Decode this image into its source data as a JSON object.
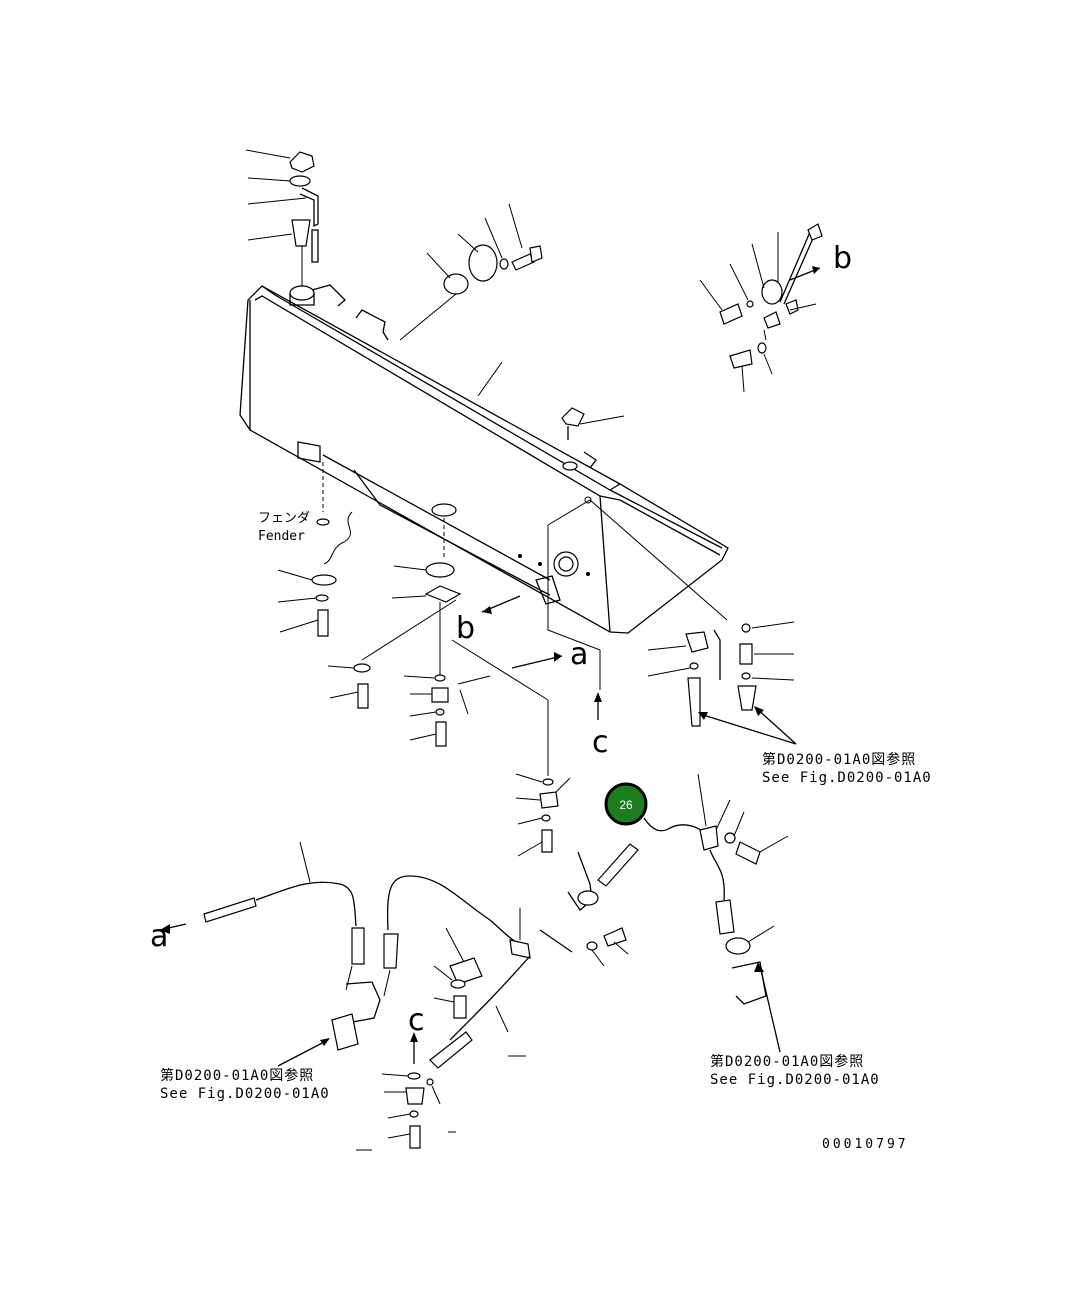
{
  "fender_label_jp": "フェンダ",
  "fender_label_en": "Fender",
  "arrow_letters": {
    "a": "a",
    "b": "b",
    "c": "c"
  },
  "reference_jp": "第D0200-01A0図参照",
  "reference_en": "See Fig.D0200-01A0",
  "drawing_number": "00010797",
  "callout": {
    "number": "26",
    "color": "#1e7d1e"
  }
}
